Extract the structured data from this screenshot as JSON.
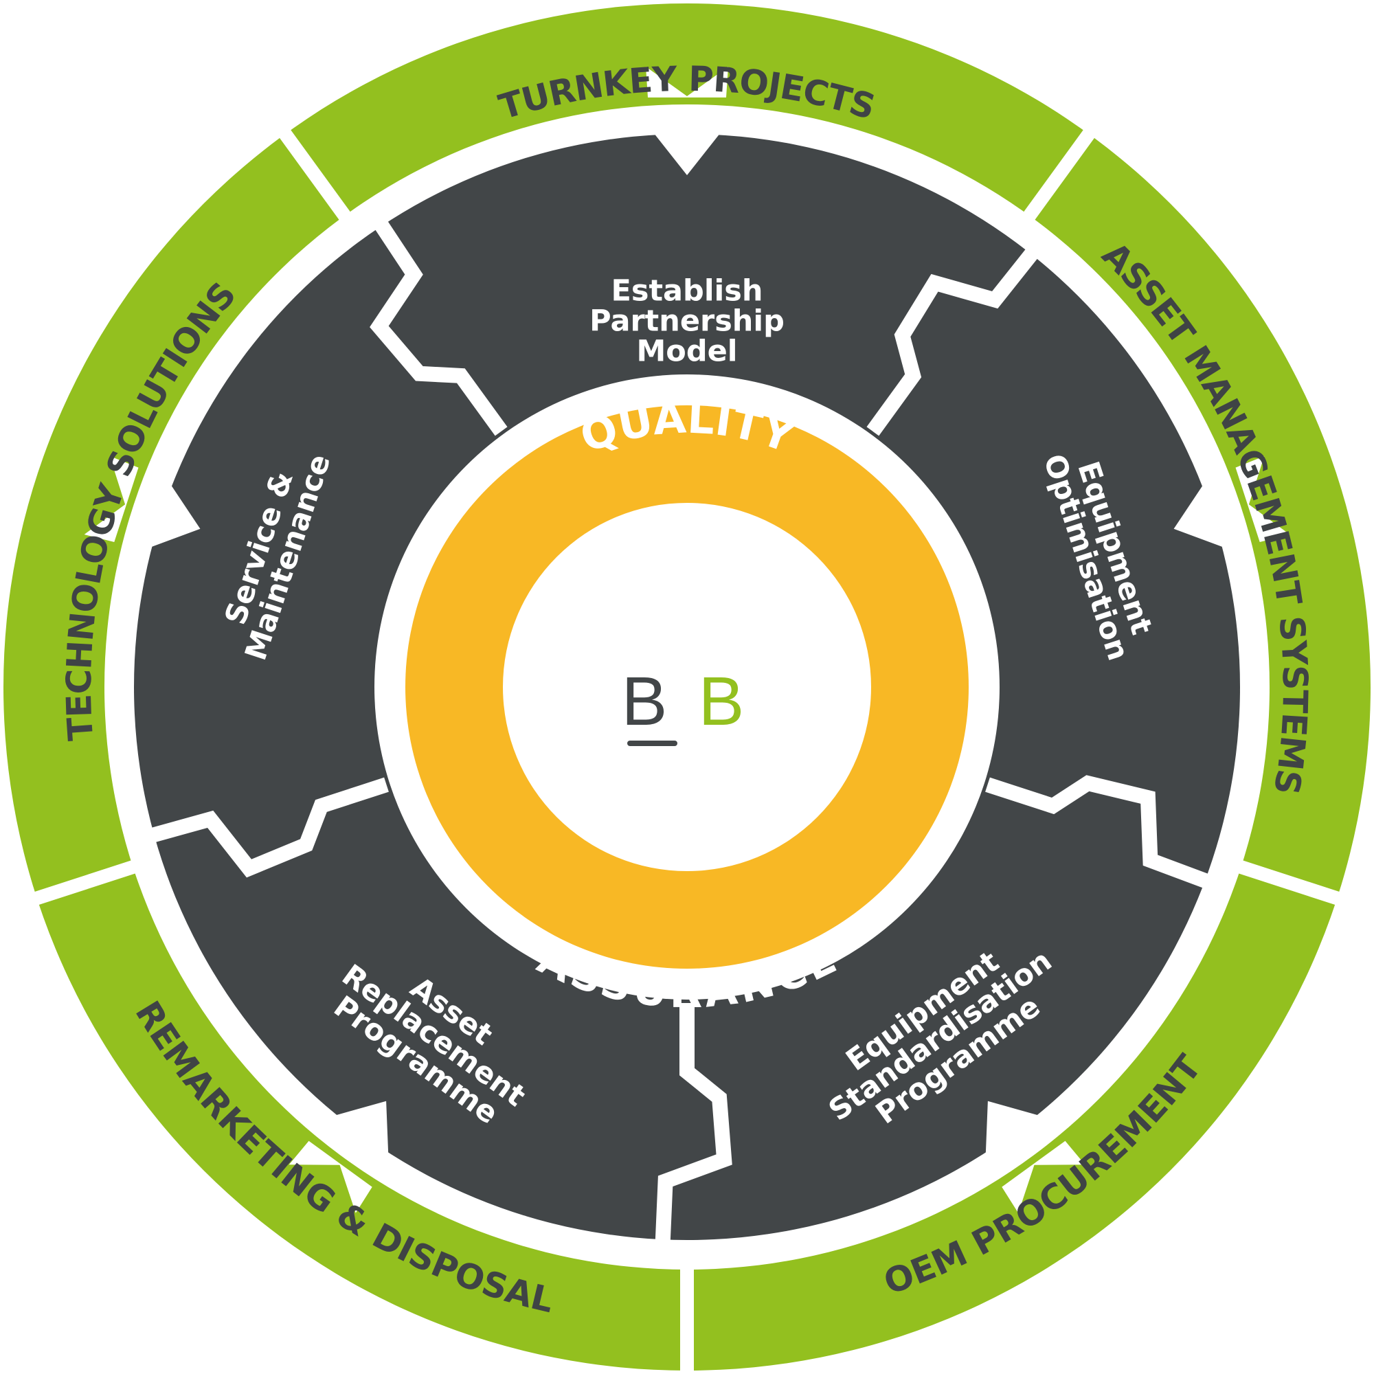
{
  "outer_ring": {
    "color": "#93c01f",
    "segments": [
      {
        "label": "TURNKEY PROJECTS"
      },
      {
        "label": "ASSET MANAGEMENT SYSTEMS"
      },
      {
        "label": "OEM PROCUREMENT"
      },
      {
        "label": "REMARKETING & DISPOSAL"
      },
      {
        "label": "TECHNOLOGY SOLUTIONS"
      }
    ]
  },
  "inner_ring": {
    "color": "#424648",
    "segments": [
      {
        "lines": [
          "Establish",
          "Partnership",
          "Model"
        ]
      },
      {
        "lines": [
          "Equipment",
          "Optimisation"
        ]
      },
      {
        "lines": [
          "Equipment",
          "Standardisation",
          "Programme"
        ]
      },
      {
        "lines": [
          "Asset",
          "Replacement",
          "Programme"
        ]
      },
      {
        "lines": [
          "Service &",
          "Maintenance"
        ]
      }
    ]
  },
  "center": {
    "ring_color": "#f8b825",
    "top_label": "QUALITY",
    "bottom_label": "ASSURANCE",
    "logo": {
      "left_letter": "B",
      "right_letter": "B",
      "left_color": "#424648",
      "right_color": "#93c01f"
    }
  }
}
